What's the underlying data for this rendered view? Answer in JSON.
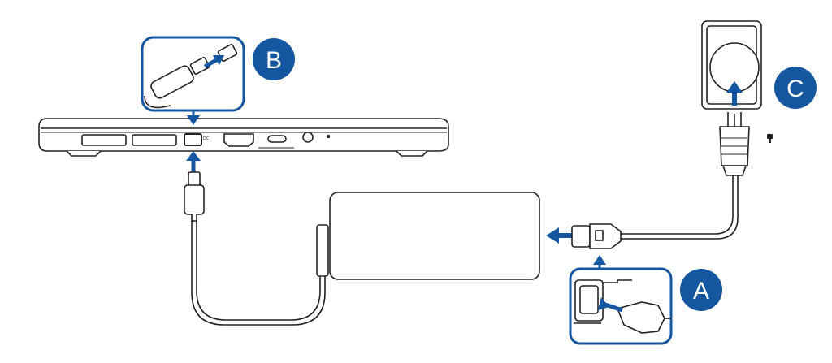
{
  "steps": [
    {
      "letter": "A",
      "description_visible": false
    },
    {
      "letter": "B",
      "description_visible": false
    },
    {
      "letter": "C",
      "description_visible": false
    }
  ],
  "labels": {
    "step_a": "A",
    "step_b": "B",
    "step_c": "C",
    "dc_port_mark": "DC"
  },
  "icons": {
    "power_plug": "power-plug-icon"
  },
  "colors": {
    "accent": "#1456a0",
    "line": "#222222",
    "background": "#ffffff"
  }
}
